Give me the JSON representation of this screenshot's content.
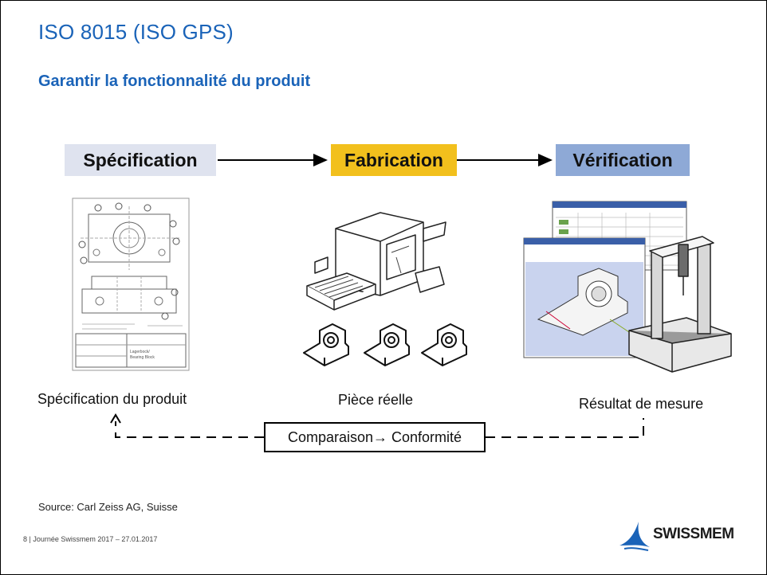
{
  "header": {
    "title": "ISO 8015 (ISO GPS)",
    "subtitle": "Garantir la fonctionnalité du produit"
  },
  "flow": {
    "stages": [
      {
        "label": "Spécification",
        "color": "#dfe3ef"
      },
      {
        "label": "Fabrication",
        "color": "#f2c01d"
      },
      {
        "label": "Vérification",
        "color": "#8ea9d6"
      }
    ]
  },
  "captions": {
    "specification": "Spécification du produit",
    "piece": "Pièce réelle",
    "result": "Résultat de mesure"
  },
  "comparison": {
    "text": "Comparaison→ Conformité"
  },
  "drawing": {
    "title_block": "Lagerbock/ Bearing Block"
  },
  "source": "Source: Carl Zeiss AG, Suisse",
  "footer": "8 | Journée Swissmem 2017 – 27.01.2017",
  "logo": {
    "text": "SWISSMEM",
    "color": "#1a63b8"
  }
}
